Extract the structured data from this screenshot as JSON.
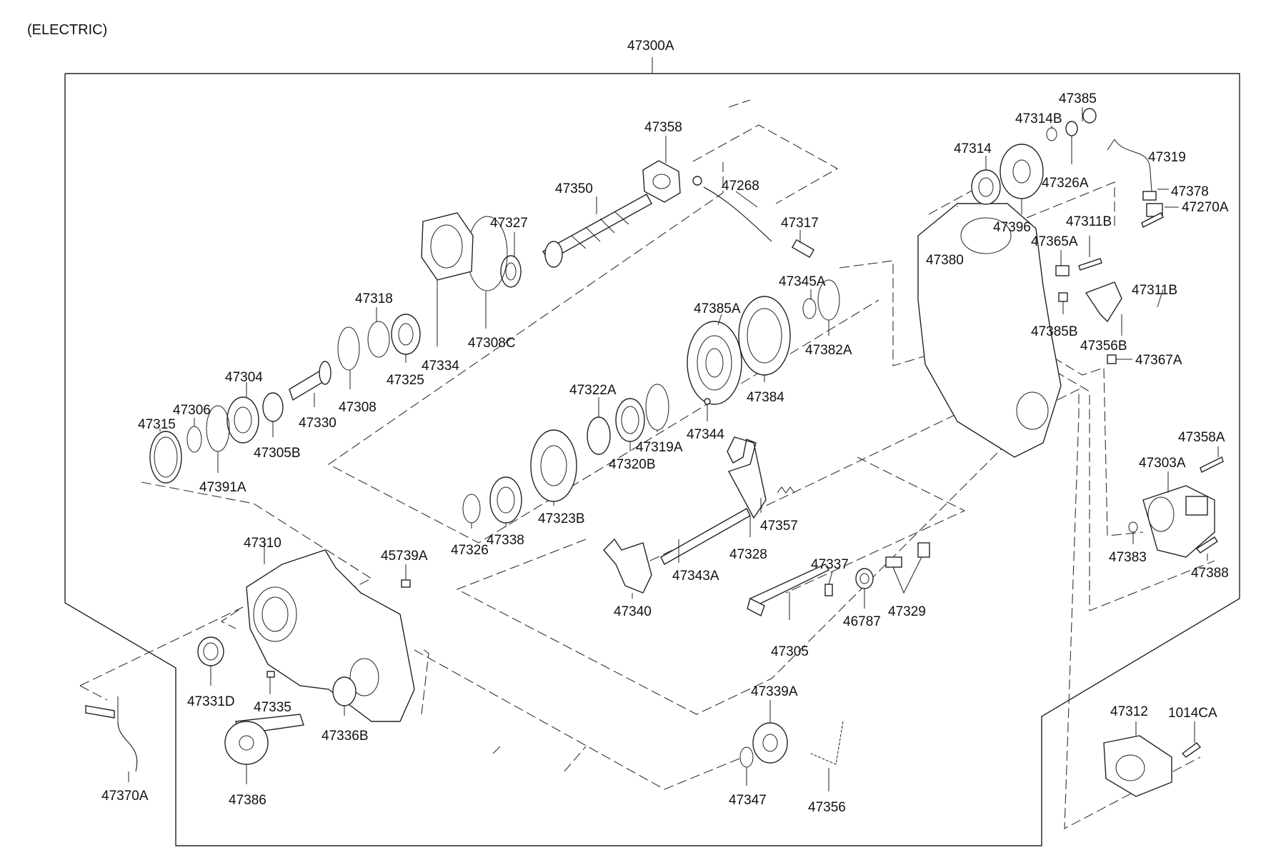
{
  "header": {
    "variant": "(ELECTRIC)",
    "assembly": "47300A"
  },
  "parts": [
    "47358",
    "47350",
    "47268",
    "47317",
    "47327",
    "47345A",
    "47318",
    "47308C",
    "47385A",
    "47382A",
    "47384",
    "47325",
    "47334",
    "47304",
    "47308",
    "47330",
    "47306",
    "47305B",
    "47315",
    "47391A",
    "47322A",
    "47319A",
    "47320B",
    "47344",
    "47323B",
    "47326",
    "47338",
    "47385",
    "47314B",
    "47314",
    "47326A",
    "47319",
    "47378",
    "47270A",
    "47396",
    "47311B",
    "47365A",
    "47380",
    "47311B",
    "47385B",
    "47356B",
    "47367A",
    "47358A",
    "47303A",
    "47383",
    "47388",
    "47357",
    "47328",
    "47343A",
    "47340",
    "47310",
    "45739A",
    "47337",
    "46787",
    "47329",
    "47305",
    "47331D",
    "47335",
    "47336B",
    "47370A",
    "47386",
    "47339A",
    "47347",
    "47356",
    "47312",
    "1014CA"
  ]
}
